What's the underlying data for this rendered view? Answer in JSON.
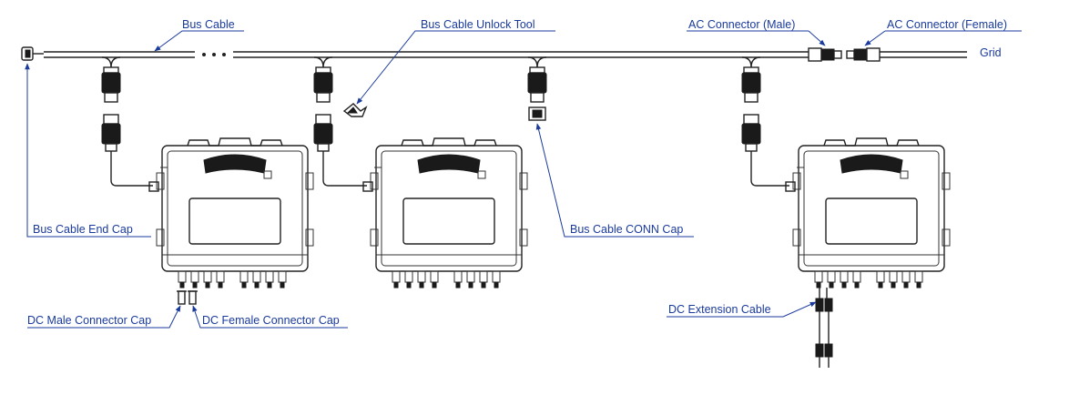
{
  "labels": {
    "bus_cable": "Bus Cable",
    "bus_cable_unlock_tool": "Bus Cable Unlock Tool",
    "ac_connector_male": "AC Connector (Male)",
    "ac_connector_female": "AC Connector (Female)",
    "grid": "Grid",
    "bus_cable_end_cap": "Bus Cable End Cap",
    "bus_cable_conn_cap": "Bus Cable CONN Cap",
    "dc_male_connector_cap": "DC Male Connector Cap",
    "dc_female_connector_cap": "DC Female Connector Cap",
    "dc_extension_cable": "DC Extension Cable"
  },
  "colors": {
    "label_text": "#1a3a9c",
    "line_drawing": "#222222",
    "background": "#ffffff"
  }
}
